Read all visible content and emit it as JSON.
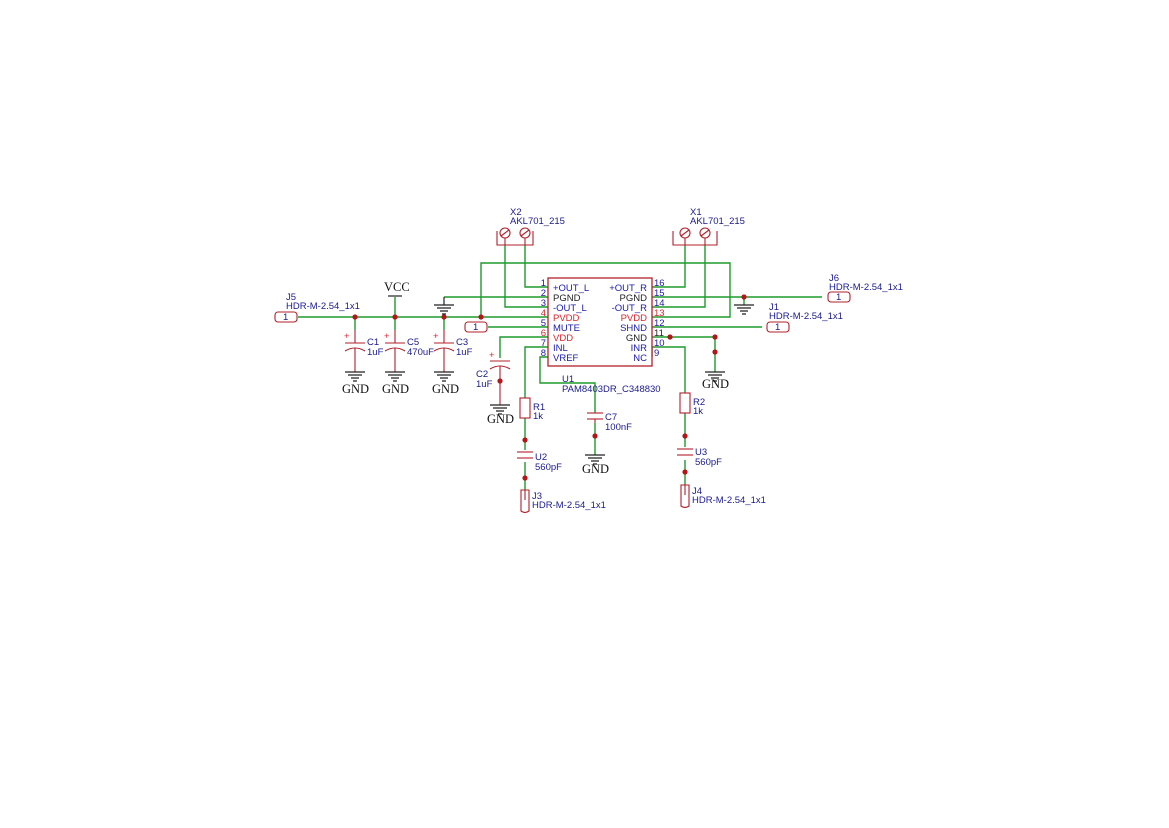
{
  "colors": {
    "wire": "#1f9a2c",
    "component": "#b0202a",
    "label_text": "#1a1a8c",
    "power_pin": "#d8262c",
    "ground": "#222222"
  },
  "power_labels": {
    "vcc": "VCC",
    "gnd": "GND"
  },
  "ic": {
    "ref": "U1",
    "value": "PAM8403DR_C348830",
    "left_pins": [
      {
        "num": "1",
        "name": "+OUT_L",
        "type": "blue"
      },
      {
        "num": "2",
        "name": "PGND",
        "type": "black"
      },
      {
        "num": "3",
        "name": "-OUT_L",
        "type": "blue"
      },
      {
        "num": "4",
        "name": "PVDD",
        "type": "red"
      },
      {
        "num": "5",
        "name": "MUTE",
        "type": "blue"
      },
      {
        "num": "6",
        "name": "VDD",
        "type": "red"
      },
      {
        "num": "7",
        "name": "INL",
        "type": "blue"
      },
      {
        "num": "8",
        "name": "VREF",
        "type": "blue"
      }
    ],
    "right_pins": [
      {
        "num": "16",
        "name": "+OUT_R",
        "type": "blue"
      },
      {
        "num": "15",
        "name": "PGND",
        "type": "black"
      },
      {
        "num": "14",
        "name": "-OUT_R",
        "type": "blue"
      },
      {
        "num": "13",
        "name": "PVDD",
        "type": "red"
      },
      {
        "num": "12",
        "name": "SHND",
        "type": "blue"
      },
      {
        "num": "11",
        "name": "GND",
        "type": "black"
      },
      {
        "num": "10",
        "name": "INR",
        "type": "blue"
      },
      {
        "num": "9",
        "name": "NC",
        "type": "blue"
      }
    ]
  },
  "connectors": {
    "J1": {
      "ref": "J1",
      "value": "HDR-M-2.54_1x1",
      "pin": "1"
    },
    "J3": {
      "ref": "J3",
      "value": "HDR-M-2.54_1x1"
    },
    "J4": {
      "ref": "J4",
      "value": "HDR-M-2.54_1x1"
    },
    "J5": {
      "ref": "J5",
      "value": "HDR-M-2.54_1x1",
      "pin": "1"
    },
    "J6": {
      "ref": "J6",
      "value": "HDR-M-2.54_1x1",
      "pin": "1"
    },
    "mute_pin": "1",
    "X1": {
      "ref": "X1",
      "value": "AKL701_215"
    },
    "X2": {
      "ref": "X2",
      "value": "AKL701_215"
    }
  },
  "capacitors": {
    "C1": {
      "ref": "C1",
      "value": "1uF"
    },
    "C2": {
      "ref": "C2",
      "value": "1uF"
    },
    "C3": {
      "ref": "C3",
      "value": "1uF"
    },
    "C5": {
      "ref": "C5",
      "value": "470uF"
    },
    "C7": {
      "ref": "C7",
      "value": "100nF"
    },
    "U2": {
      "ref": "U2",
      "value": "560pF"
    },
    "U3": {
      "ref": "U3",
      "value": "560pF"
    }
  },
  "resistors": {
    "R1": {
      "ref": "R1",
      "value": "1k"
    },
    "R2": {
      "ref": "R2",
      "value": "1k"
    }
  }
}
